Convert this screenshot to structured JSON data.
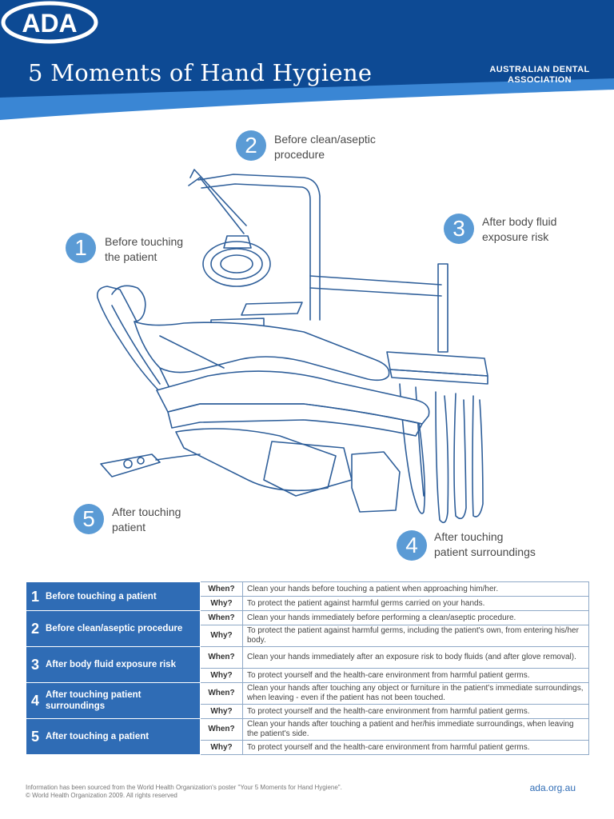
{
  "header": {
    "title": "5 Moments of Hand Hygiene",
    "logo_text": "ADA",
    "org_line1": "AUSTRALIAN DENTAL",
    "org_line2": "ASSOCIATION"
  },
  "callouts": [
    {
      "num": "1",
      "line1": "Before touching",
      "line2": "the patient"
    },
    {
      "num": "2",
      "line1": "Before clean/aseptic",
      "line2": "procedure"
    },
    {
      "num": "3",
      "line1": "After body fluid",
      "line2": "exposure risk"
    },
    {
      "num": "4",
      "line1": "After touching",
      "line2": "patient surroundings"
    },
    {
      "num": "5",
      "line1": "After touching",
      "line2": "patient"
    }
  ],
  "table": {
    "when_label": "When?",
    "why_label": "Why?",
    "rows": [
      {
        "num": "1",
        "name": "Before touching a patient",
        "when": "Clean your hands before touching a patient when approaching him/her.",
        "why": "To protect the patient against harmful germs carried on your hands."
      },
      {
        "num": "2",
        "name": "Before clean/aseptic procedure",
        "when": "Clean your hands immediately before performing a clean/aseptic procedure.",
        "why": "To protect the patient against harmful germs, including the patient's own, from entering his/her body."
      },
      {
        "num": "3",
        "name": "After body fluid exposure risk",
        "when": "Clean your hands immediately after an exposure risk to body fluids (and after glove removal).",
        "why": "To protect yourself and the health-care environment from harmful patient germs."
      },
      {
        "num": "4",
        "name": "After touching patient surroundings",
        "when": "Clean your hands after touching any object or furniture in the patient's immediate surroundings, when leaving - even if the patient has not been touched.",
        "why": "To protect yourself and the health-care environment from harmful patient germs."
      },
      {
        "num": "5",
        "name": "After touching a patient",
        "when": "Clean your hands after touching a patient and her/his immediate surroundings, when leaving the patient's side.",
        "why": "To protect yourself and the health-care environment from harmful patient germs."
      }
    ]
  },
  "footer": {
    "source": "Information has been sourced from the World Health Organization's poster \"Your 5 Moments for Hand Hygiene\".",
    "copyright": "© World Health Organization 2009. All rights reserved",
    "website": "ada.org.au"
  },
  "colors": {
    "header_dark": "#0d4a94",
    "header_light": "#3a86d4",
    "badge": "#5b9bd5",
    "table_header": "#2f6cb5"
  }
}
